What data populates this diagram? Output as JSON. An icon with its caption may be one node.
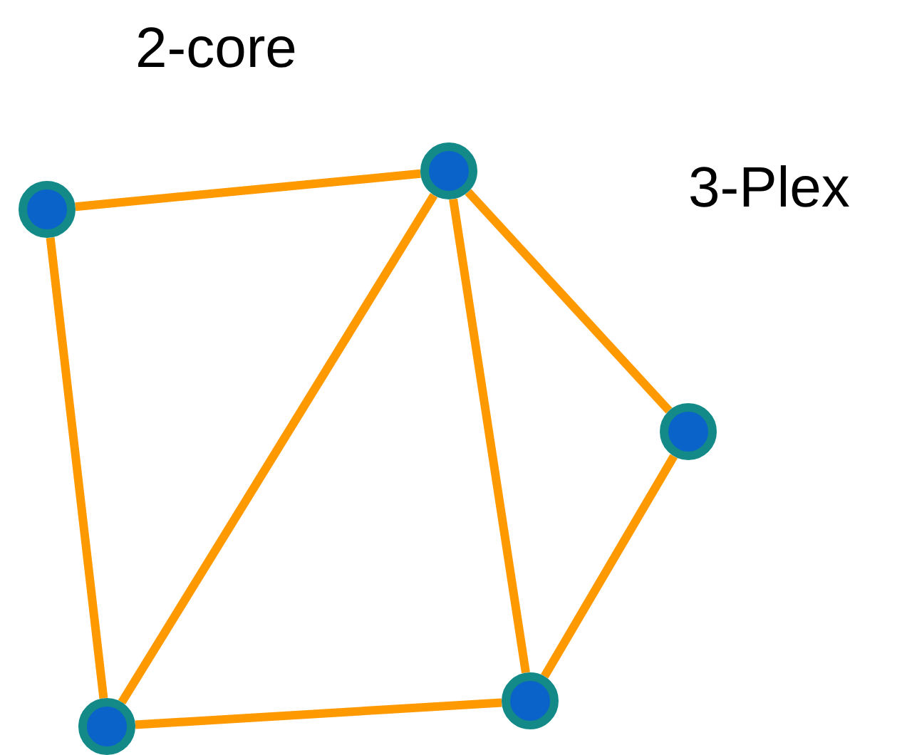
{
  "diagram": {
    "nodes": [
      {
        "text": [],
        "shape": "circle"
      },
      {
        "text": [],
        "shape": "circle"
      },
      {
        "text": [],
        "shape": "circle"
      },
      {
        "text": [],
        "shape": "circle"
      },
      {
        "text": [],
        "shape": "circle"
      }
    ],
    "edges": [
      {
        "from": 0,
        "to": 1,
        "arrow": "none"
      },
      {
        "from": 0,
        "to": 3,
        "arrow": "none"
      },
      {
        "from": 1,
        "to": 3,
        "arrow": "none"
      },
      {
        "from": 1,
        "to": 4,
        "arrow": "none"
      },
      {
        "from": 1,
        "to": 2,
        "arrow": "none"
      },
      {
        "from": 2,
        "to": 4,
        "arrow": "none"
      },
      {
        "from": 3,
        "to": 4,
        "arrow": "none"
      }
    ],
    "labels": [
      "2-core",
      "3-Plex"
    ]
  }
}
